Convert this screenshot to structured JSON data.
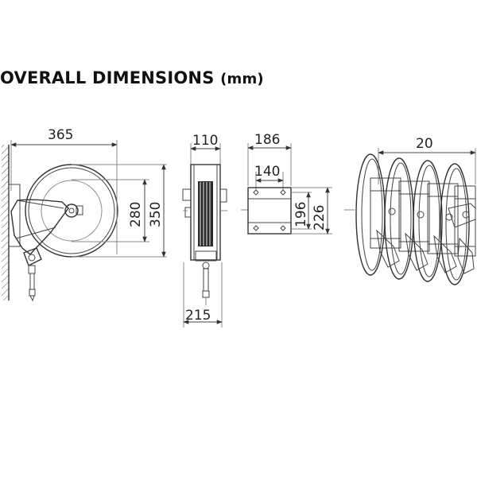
{
  "title": {
    "main": "OVERALL DIMENSIONS",
    "unit": "(mm)"
  },
  "dimensions": {
    "side_width": "365",
    "inner_height": "280",
    "outer_height": "350",
    "front_width": "110",
    "base_width": "215",
    "bracket_width": "186",
    "bracket_hole_spacing": "140",
    "bracket_hole_height": "196",
    "bracket_height": "226",
    "reel_spacing": "20"
  }
}
